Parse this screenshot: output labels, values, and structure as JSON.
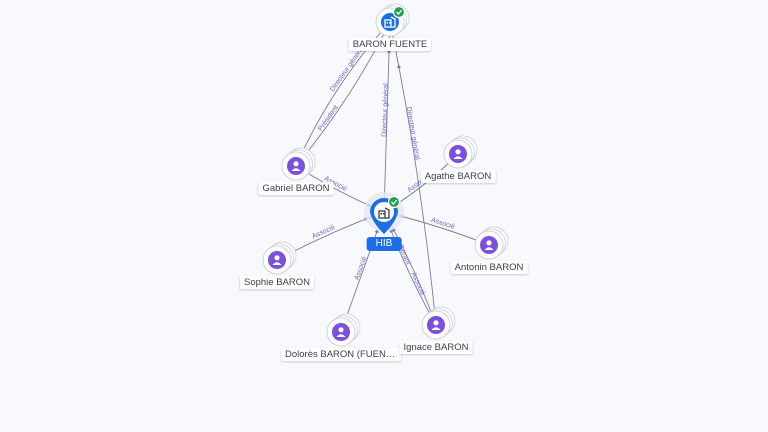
{
  "graph": {
    "accent_person": "#7b4fe0",
    "accent_company": "#1a6fe8",
    "check_color": "#1f9d55",
    "edge_color": "#7a7f8c",
    "edge_label_color": "#6d66d6",
    "hub": {
      "label": "HIB",
      "icon": "building-icon",
      "verified": true
    },
    "company": {
      "label": "BARON FUENTE",
      "icon": "building-icon",
      "verified": true
    },
    "persons": [
      {
        "id": "gabriel",
        "label": "Gabriel BARON",
        "icon": "person-icon"
      },
      {
        "id": "agathe",
        "label": "Agathe BARON",
        "icon": "person-icon"
      },
      {
        "id": "antonin",
        "label": "Antonin BARON",
        "icon": "person-icon"
      },
      {
        "id": "sophie",
        "label": "Sophie BARON",
        "icon": "person-icon"
      },
      {
        "id": "dolores",
        "label": "Dolorès BARON (FUENT...",
        "icon": "person-icon"
      },
      {
        "id": "ignace",
        "label": "Ignace BARON",
        "icon": "person-icon"
      }
    ],
    "edge_labels": {
      "gabriel_company": "Directeur général",
      "gabriel_company_2": "Président",
      "hub_company": "Directeur général",
      "ignace_company": "Directeur général",
      "gabriel_hub": "Associé",
      "agathe_hub": "Associé",
      "antonin_hub": "Associé",
      "sophie_hub": "Associé",
      "dolores_hub": "Associé",
      "ignace_hub_1": "Gérant",
      "ignace_hub_2": "Associé"
    }
  }
}
